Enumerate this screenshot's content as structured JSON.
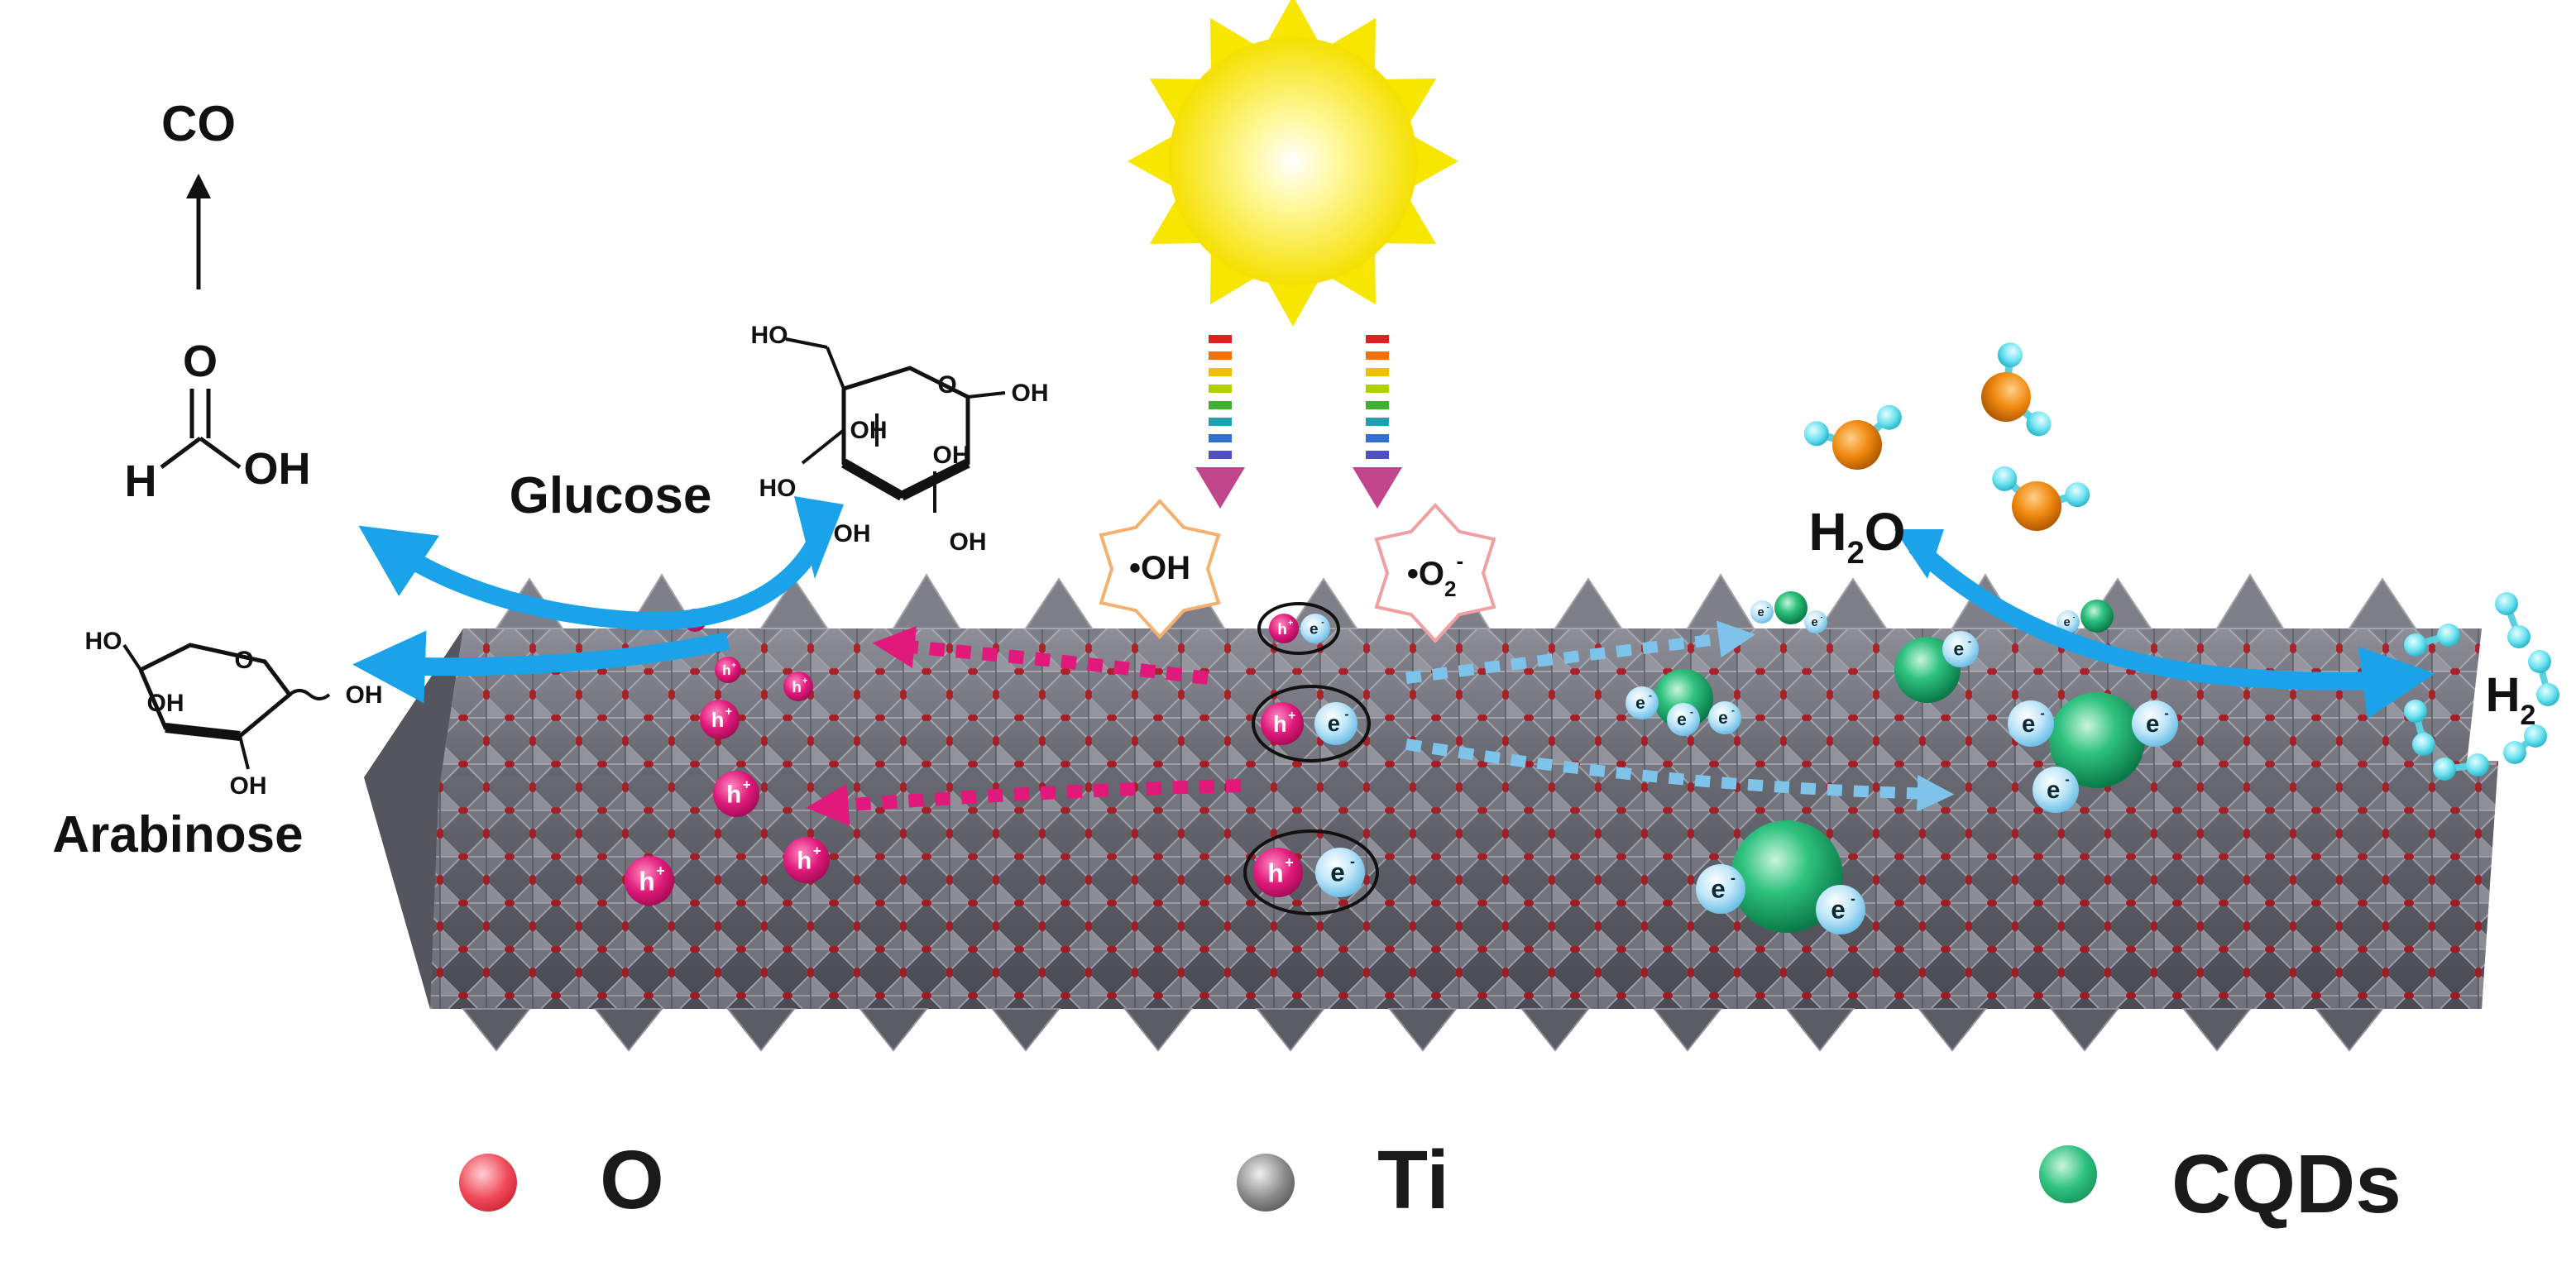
{
  "labels": {
    "co": "CO",
    "formic_h": "H",
    "formic_o": "O",
    "formic_oh": "OH",
    "glucose": "Glucose",
    "arabinose": "Arabinose",
    "water": "H",
    "water_sub": "2",
    "water_o": "O",
    "hydrogen": "H",
    "hydrogen_sub": "2",
    "radical_oh": "•OH",
    "radical_o2": "•O",
    "radical_o2_sub": "2",
    "radical_o2_sup": "-",
    "hole": "h",
    "hole_sup": "+",
    "electron": "e",
    "electron_sup": "-",
    "ho": "HO",
    "oh": "OH"
  },
  "legend": [
    {
      "symbol": "O",
      "color": "#e83040"
    },
    {
      "symbol": "Ti",
      "color": "#7a7a7a"
    },
    {
      "symbol": "CQDs",
      "color": "#1fa86a"
    }
  ],
  "colors": {
    "arrow_blue": "#1aa3e8",
    "hole_pink": "#e0197a",
    "electron_blue": "#9fd6f2",
    "sun_yellow": "#f7e600",
    "lattice_gray": "#6f6f78",
    "oxygen_red": "#b0101a",
    "cqd_green": "#1fa86a",
    "water_orange": "#f08a10",
    "hydrogen_cyan": "#6fe3f0"
  },
  "icons": [
    "sun-icon",
    "light-ray-icon",
    "hole-icon",
    "electron-icon",
    "cqd-particle-icon",
    "water-molecule-icon",
    "hydrogen-molecule-icon"
  ]
}
